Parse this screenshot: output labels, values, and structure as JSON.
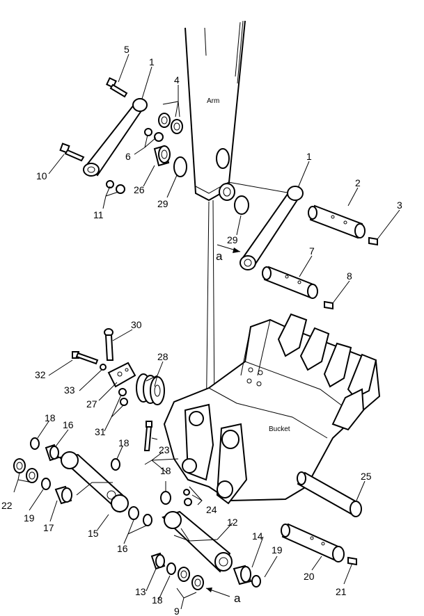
{
  "labels": {
    "arm": "Arm",
    "bucket": "Bucket",
    "ref_a_top": "a",
    "ref_a_bottom": "a"
  },
  "callouts": {
    "p1a": "1",
    "p1b": "1",
    "p2": "2",
    "p3": "3",
    "p4": "4",
    "p5": "5",
    "p6": "6",
    "p7": "7",
    "p8": "8",
    "p9": "9",
    "p10": "10",
    "p11": "11",
    "p12": "12",
    "p13": "13",
    "p14": "14",
    "p15": "15",
    "p16a": "16",
    "p16b": "16",
    "p17": "17",
    "p18a": "18",
    "p18b": "18",
    "p18c": "18",
    "p18d": "18",
    "p19a": "19",
    "p19b": "19",
    "p20": "20",
    "p21": "21",
    "p22": "22",
    "p23": "23",
    "p24": "24",
    "p25": "25",
    "p26": "26",
    "p27": "27",
    "p28": "28",
    "p29a": "29",
    "p29b": "29",
    "p30": "30",
    "p31": "31",
    "p32": "32",
    "p33": "33"
  }
}
